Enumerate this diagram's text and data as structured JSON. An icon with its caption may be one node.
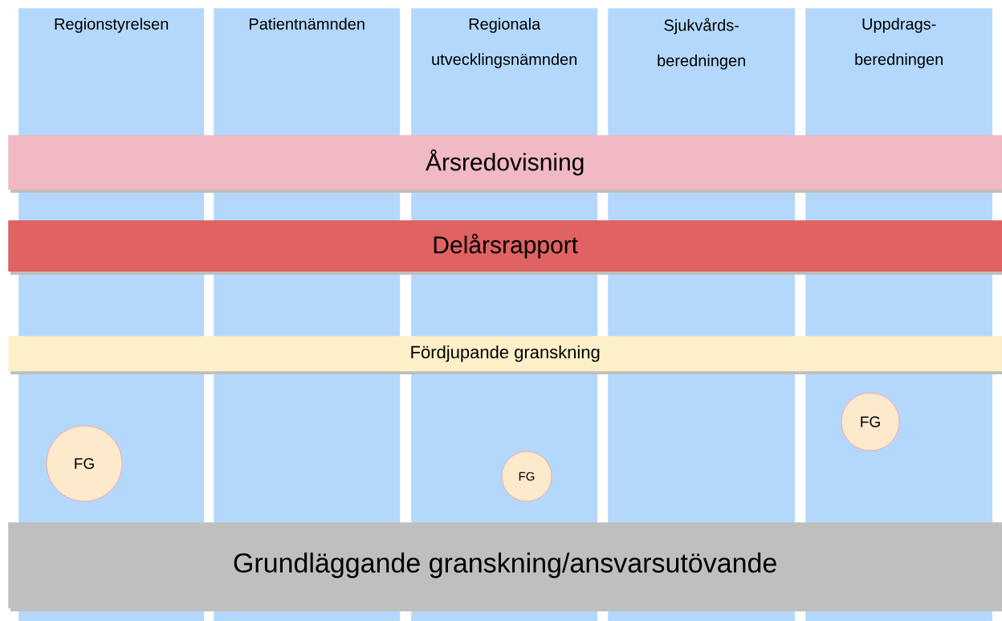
{
  "diagram": {
    "nodes": [
      {
        "text": [
          "Regionstyrelsen"
        ]
      },
      {
        "text": [
          "Patientnämnden"
        ]
      },
      {
        "text": [
          "Regionala utvecklingsnämnden"
        ]
      },
      {
        "text": [
          "Sjukvårds- beredningen"
        ]
      },
      {
        "text": [
          "Uppdrags- beredningen"
        ]
      },
      {
        "text": [
          "Årsredovisning"
        ]
      },
      {
        "text": [
          "Delårsrapport"
        ]
      },
      {
        "text": [
          "Fördjupande granskning"
        ]
      },
      {
        "text": [
          "FG"
        ],
        "in": 4
      },
      {
        "text": [
          "FG"
        ],
        "in": 0
      },
      {
        "text": [
          "FG"
        ],
        "in": 2
      },
      {
        "text": [
          "Grundläggande granskning/ansvarsutövande"
        ]
      }
    ]
  }
}
